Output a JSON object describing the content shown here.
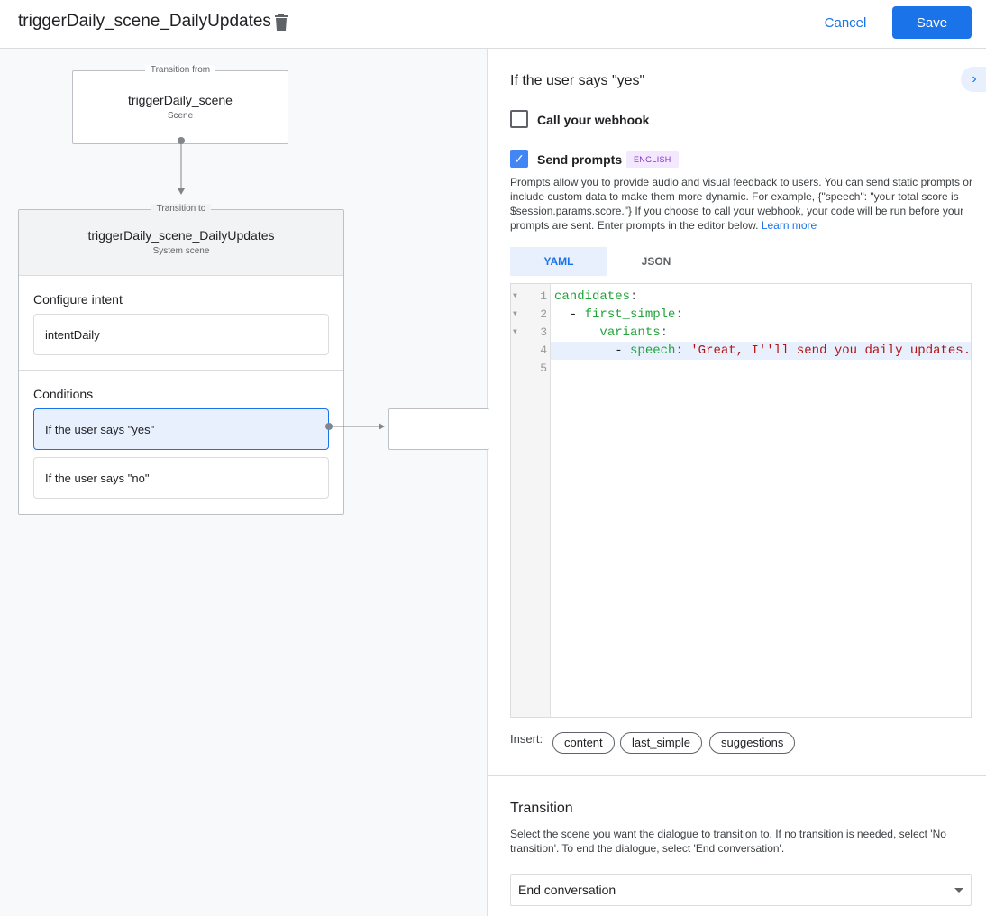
{
  "header": {
    "title": "triggerDaily_scene_DailyUpdates",
    "cancel": "Cancel",
    "save": "Save"
  },
  "canvas": {
    "from": {
      "legend": "Transition from",
      "name": "triggerDaily_scene",
      "type": "Scene"
    },
    "to": {
      "legend": "Transition to",
      "name": "triggerDaily_scene_DailyUpdates",
      "type": "System scene"
    },
    "intent_section": "Configure intent",
    "intent": "intentDaily",
    "conditions_section": "Conditions",
    "conditions": [
      "If the user says \"yes\"",
      "If the user says \"no\""
    ]
  },
  "panel": {
    "title": "If the user says \"yes\"",
    "webhook_label": "Call your webhook",
    "webhook_checked": false,
    "prompts_label": "Send prompts",
    "prompts_checked": true,
    "language_badge": "ENGLISH",
    "description": "Prompts allow you to provide audio and visual feedback to users. You can send static prompts or include custom data to make them more dynamic. For example, {\"speech\": \"your total score is $session.params.score.\"} If you choose to call your webhook, your code will be run before your prompts are sent. Enter prompts in the editor below.",
    "learn_more": "Learn more",
    "tabs": [
      "YAML",
      "JSON"
    ],
    "active_tab": "YAML",
    "code_lines": [
      {
        "num": "1",
        "indent": "",
        "key": "candidates",
        "dash": false,
        "value": ""
      },
      {
        "num": "2",
        "indent": "  ",
        "key": "first_simple",
        "dash": true,
        "value": ""
      },
      {
        "num": "3",
        "indent": "      ",
        "key": "variants",
        "dash": false,
        "value": ""
      },
      {
        "num": "4",
        "indent": "        ",
        "key": "speech",
        "dash": true,
        "value": "'Great, I''ll send you daily updates."
      },
      {
        "num": "5",
        "indent": "",
        "key": "",
        "dash": false,
        "value": ""
      }
    ],
    "insert_label": "Insert:",
    "insert_chips": [
      "content",
      "last_simple",
      "suggestions"
    ],
    "transition_title": "Transition",
    "transition_desc": "Select the scene you want the dialogue to transition to. If no transition is needed, select 'No transition'. To end the dialogue, select 'End conversation'.",
    "transition_value": "End conversation"
  },
  "colors": {
    "accent": "#1a73e8",
    "yaml_key": "#22a33a",
    "yaml_string": "#b31412",
    "badge": "#8430ce"
  }
}
